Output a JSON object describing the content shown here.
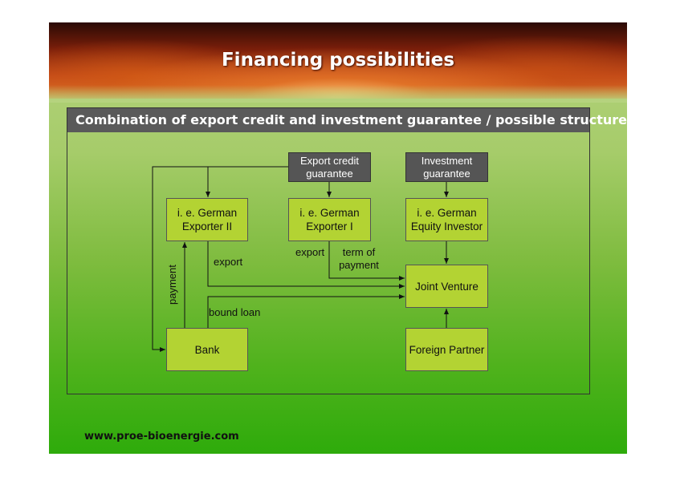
{
  "slide": {
    "title": "Financing possibilities",
    "panel_title": "Combination of export credit and investment guarantee / possible structure",
    "footer_url": "www.proe-bioenergie.com"
  },
  "diagram": {
    "nodes": {
      "export_credit_guarantee": "Export credit guarantee",
      "investment_guarantee": "Investment guarantee",
      "exporter_ii": "i. e. German Exporter II",
      "exporter_i": "i. e. German Exporter I",
      "equity_investor": "i. e. German Equity Investor",
      "joint_venture": "Joint Venture",
      "bank": "Bank",
      "foreign_partner": "Foreign Partner"
    },
    "labels": {
      "export_left": "export",
      "export_middle": "export",
      "term_of_payment": "term of payment",
      "payment": "payment",
      "bound_loan": "bound loan"
    }
  },
  "colors": {
    "node_fill": "#b3d333",
    "guarantee_fill": "#555555",
    "header_fill": "#5a5a5a",
    "title_text": "#ffffff"
  }
}
